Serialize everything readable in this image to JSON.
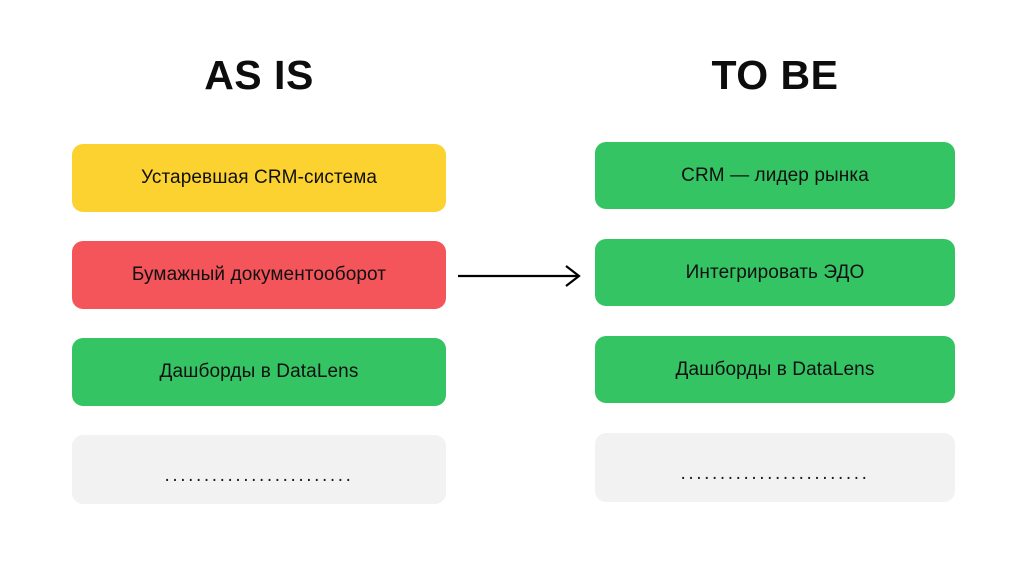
{
  "columns": {
    "left": {
      "title": "AS IS",
      "cards": [
        {
          "label": "Устаревшая CRM-система",
          "color": "#FCD230",
          "kind": "item"
        },
        {
          "label": "Бумажный документооборот",
          "color": "#F4555A",
          "kind": "item"
        },
        {
          "label": "Дашборды в DataLens",
          "color": "#35C463",
          "kind": "item"
        },
        {
          "label": "........................",
          "color": "#F2F2F2",
          "kind": "placeholder"
        }
      ]
    },
    "right": {
      "title": "TO BE",
      "cards": [
        {
          "label": "CRM — лидер рынка",
          "color": "#35C463",
          "kind": "item"
        },
        {
          "label": "Интегрировать ЭДО",
          "color": "#35C463",
          "kind": "item"
        },
        {
          "label": "Дашборды в DataLens",
          "color": "#35C463",
          "kind": "item"
        },
        {
          "label": "........................",
          "color": "#F2F2F2",
          "kind": "placeholder"
        }
      ]
    }
  },
  "arrow": {
    "icon": "arrow-right-icon",
    "color": "#000000"
  },
  "palette": {
    "background": "#FFFFFF",
    "warning": "#FCD230",
    "danger": "#F4555A",
    "success": "#35C463",
    "neutral": "#F2F2F2",
    "text": "#101010"
  }
}
